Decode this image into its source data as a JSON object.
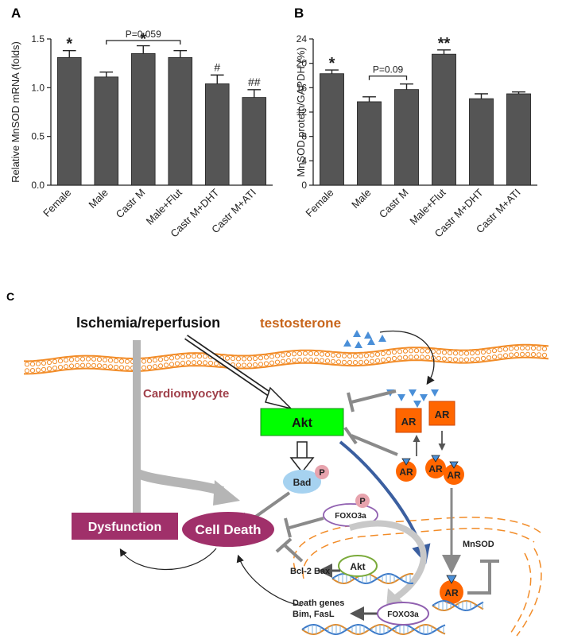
{
  "chart_data": [
    {
      "panel": "A",
      "type": "bar",
      "ylabel": "Relative MnSOD mRNA (folds)",
      "ylim": [
        0,
        1.5
      ],
      "yticks": [
        "0.0",
        "0.5",
        "1.0",
        "1.5"
      ],
      "categories": [
        "Female",
        "Male",
        "Castr M",
        "Male+Flut",
        "Castr M+DHT",
        "Castr M+ATI"
      ],
      "values": [
        1.31,
        1.11,
        1.35,
        1.31,
        1.04,
        0.9
      ],
      "errors": [
        0.07,
        0.05,
        0.08,
        0.07,
        0.09,
        0.08
      ],
      "markers": [
        "*",
        "",
        "*",
        "",
        "#",
        "##"
      ],
      "annotation": {
        "text": "P=0.059",
        "from": 1,
        "to": 3
      }
    },
    {
      "panel": "B",
      "type": "bar",
      "ylabel": "MnSOD protein/GAPDH (%)",
      "ylim": [
        0,
        24
      ],
      "yticks": [
        "0",
        "4",
        "8",
        "12",
        "16",
        "20",
        "24"
      ],
      "categories": [
        "Female",
        "Male",
        "Castr M",
        "Male+Flut",
        "Castr M+DHT",
        "Castr M+ATI"
      ],
      "values": [
        18.3,
        13.7,
        15.7,
        21.5,
        14.2,
        15.0
      ],
      "errors": [
        0.6,
        0.8,
        0.9,
        0.7,
        0.8,
        0.3
      ],
      "markers": [
        "*",
        "",
        "",
        "**",
        "",
        ""
      ],
      "annotation": {
        "text": "P=0.09",
        "from": 1,
        "to": 2
      }
    }
  ],
  "diagram": {
    "panel_label": "C",
    "ischemia": "Ischemia/reperfusion",
    "testosterone": "testosterone",
    "cardiomyocyte": "Cardiomyocyte",
    "akt": "Akt",
    "ar": "AR",
    "bad": "Bad",
    "p": "P",
    "foxo3a_cyto": "FOXO3a",
    "dysfunction": "Dysfunction",
    "cell_death": "Cell Death",
    "mnsod": "MnSOD",
    "bcl2": "Bcl-2 Bax",
    "akt_nucleus": "Akt",
    "death_genes": "Death genes",
    "bim": "Bim, FasL",
    "foxo3a_nucleus": "FOXO3a"
  },
  "colors": {
    "bar": "#555555",
    "akt": "#00ff00",
    "ar_box": "#ff6600",
    "ar_circle": "#ff6600",
    "testosterone_text": "#c8651b",
    "cardiomyocyte_text": "#a0414b",
    "dysfunction": "#a0306a",
    "cell_death": "#a0306a",
    "bad": "#a6d2f0",
    "membrane": "#f28c28",
    "triangle": "#4a8fd8",
    "blue_arrow": "#3b5fa0"
  }
}
